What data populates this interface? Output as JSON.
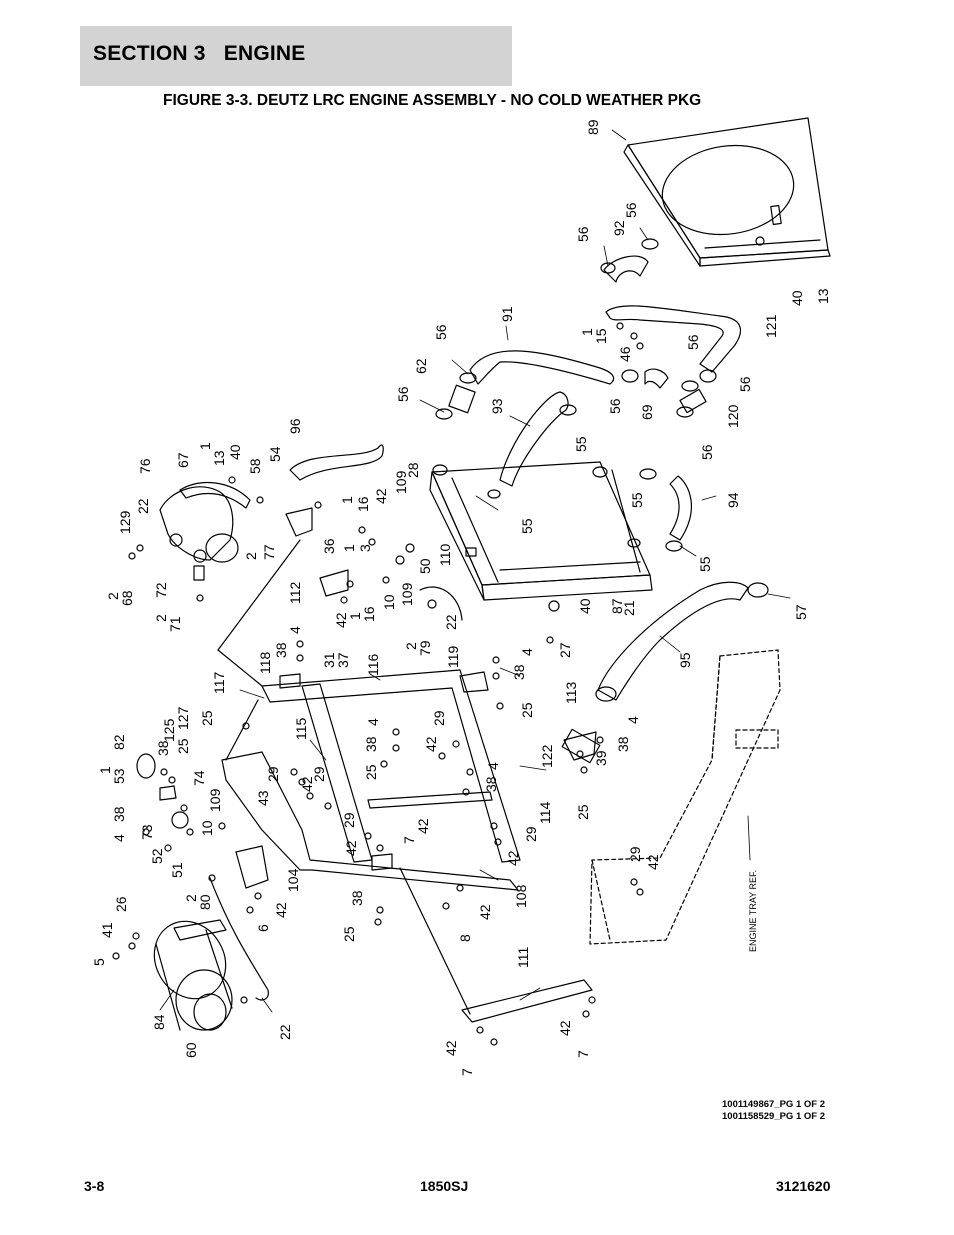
{
  "header": {
    "section": "SECTION 3   ENGINE"
  },
  "figure_title": "FIGURE 3-3. DEUTZ LRC ENGINE ASSEMBLY - NO COLD WEATHER PKG",
  "callouts": {
    "c89": "89",
    "c56a": "56",
    "c92": "92",
    "c56b": "56",
    "c40a": "40",
    "c13a": "13",
    "c91": "91",
    "c56c": "56",
    "c62": "62",
    "c56d": "56",
    "c1a": "1",
    "c15": "15",
    "c46": "46",
    "c56e": "56",
    "c121": "121",
    "c93": "93",
    "c56f": "56",
    "c69": "69",
    "c56g": "56",
    "c120": "120",
    "c55a": "55",
    "c56h": "56",
    "c96": "96",
    "c54": "54",
    "c1b": "1",
    "c13b": "13",
    "c40b": "40",
    "c67": "67",
    "c58": "58",
    "c76": "76",
    "c22a": "22",
    "c129": "129",
    "c2a": "2",
    "c77": "77",
    "c109a": "109",
    "c28": "28",
    "c1c": "1",
    "c16a": "16",
    "c42a": "42",
    "c55b": "55",
    "c94": "94",
    "c55c": "55",
    "c36": "36",
    "c1d": "1",
    "c3": "3",
    "c50": "50",
    "c110": "110",
    "c2b": "2",
    "c68": "68",
    "c72": "72",
    "c112": "112",
    "c109b": "109",
    "c10a": "10",
    "c87": "87",
    "c21": "21",
    "c40c": "40",
    "c55d": "55",
    "c57": "57",
    "c2c": "2",
    "c71": "71",
    "c42b": "42",
    "c1e": "1",
    "c16b": "16",
    "c22b": "22",
    "c27": "27",
    "c118": "118",
    "c38a": "38",
    "c4a": "4",
    "c31": "31",
    "c37": "37",
    "c116": "116",
    "c2d": "2",
    "c79": "79",
    "c119": "119",
    "c38b": "38",
    "c4b": "4",
    "c95": "95",
    "c117": "117",
    "c125": "125",
    "c127": "127",
    "c25a": "25",
    "c115": "115",
    "c4c": "4",
    "c29a": "29",
    "c25b": "25",
    "c113": "113",
    "c4d": "4",
    "c82": "82",
    "c38c": "38",
    "c25c": "25",
    "c38d": "38",
    "c25d": "25",
    "c42c": "42",
    "c122": "122",
    "c1f": "1",
    "c53": "53",
    "c74": "74",
    "c29b": "29",
    "c42d": "42",
    "c29c": "29",
    "c38e": "38",
    "c4e": "4",
    "c39": "39",
    "c38f": "38",
    "c4f": "4",
    "c43": "43",
    "c109c": "109",
    "c25e": "25",
    "c114": "114",
    "c10b": "10",
    "c73": "73",
    "c29d": "29",
    "c7a": "7",
    "c42e": "42",
    "c29e": "29",
    "c52": "52",
    "c51": "51",
    "c42f": "42",
    "c29f": "29",
    "c42g": "42",
    "c104": "104",
    "c2e": "2",
    "c80": "80",
    "c108": "108",
    "c42h": "42",
    "c38g": "38",
    "c25f": "25",
    "c26": "26",
    "c41": "41",
    "c6": "6",
    "c42i": "42",
    "c8": "8",
    "c42j": "42",
    "c5": "5",
    "c111": "111",
    "c84": "84",
    "c60": "60",
    "c22c": "22",
    "c42k": "42",
    "c7b": "7",
    "c42l": "42",
    "c7c": "7"
  },
  "engine_tray_ref": "ENGINE TRAY REF.",
  "doc_ids": [
    "1001149867_PG 1 OF 2",
    "1001158529_PG 1 OF 2"
  ],
  "footer": {
    "page": "3-8",
    "model": "1850SJ",
    "doc_number": "3121620"
  }
}
